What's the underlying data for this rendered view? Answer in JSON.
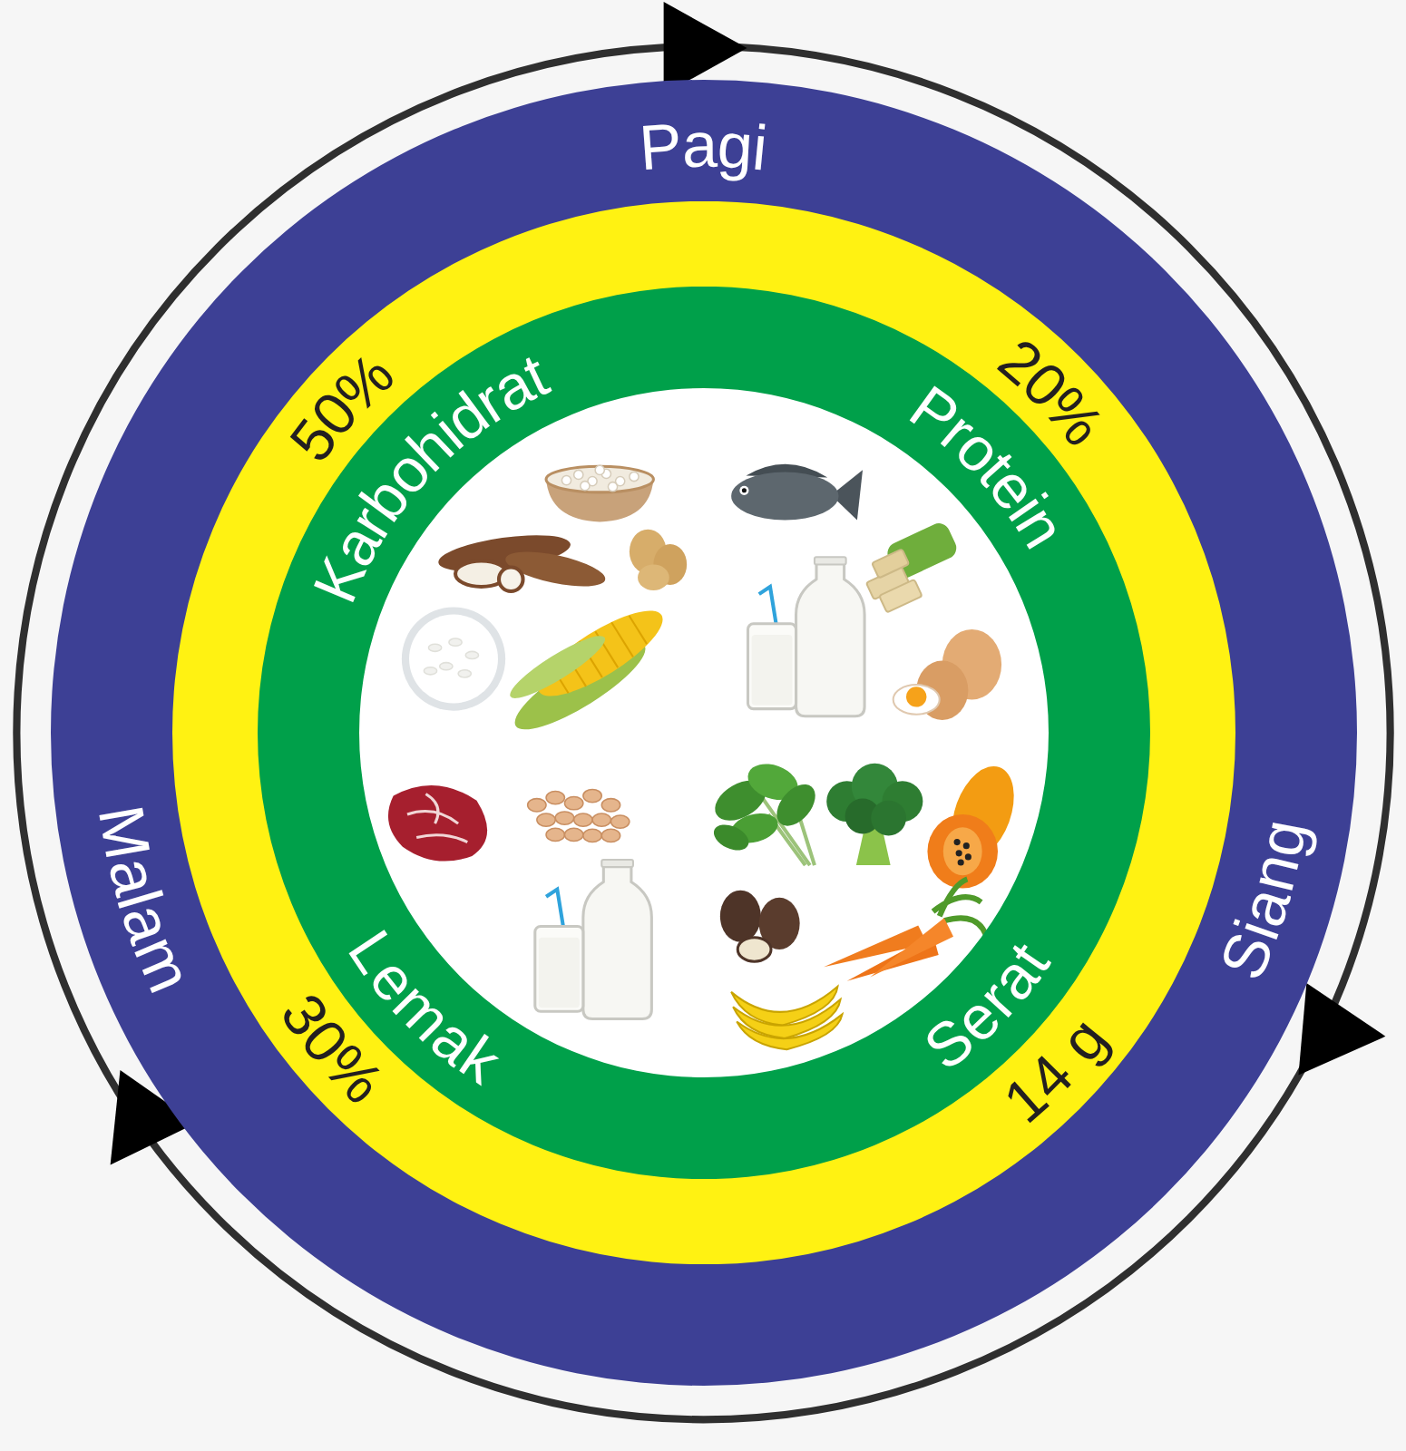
{
  "diagram": {
    "nodes": [
      {
        "text": [
          "Pagi",
          "Siang",
          "Malam"
        ]
      },
      {
        "text": [
          "50%",
          "20%",
          "30%",
          "14 g"
        ],
        "in": 0
      },
      {
        "text": [
          "Karbohidrat",
          "Protein",
          "Lemak",
          "Serat"
        ],
        "in": 1
      }
    ]
  }
}
